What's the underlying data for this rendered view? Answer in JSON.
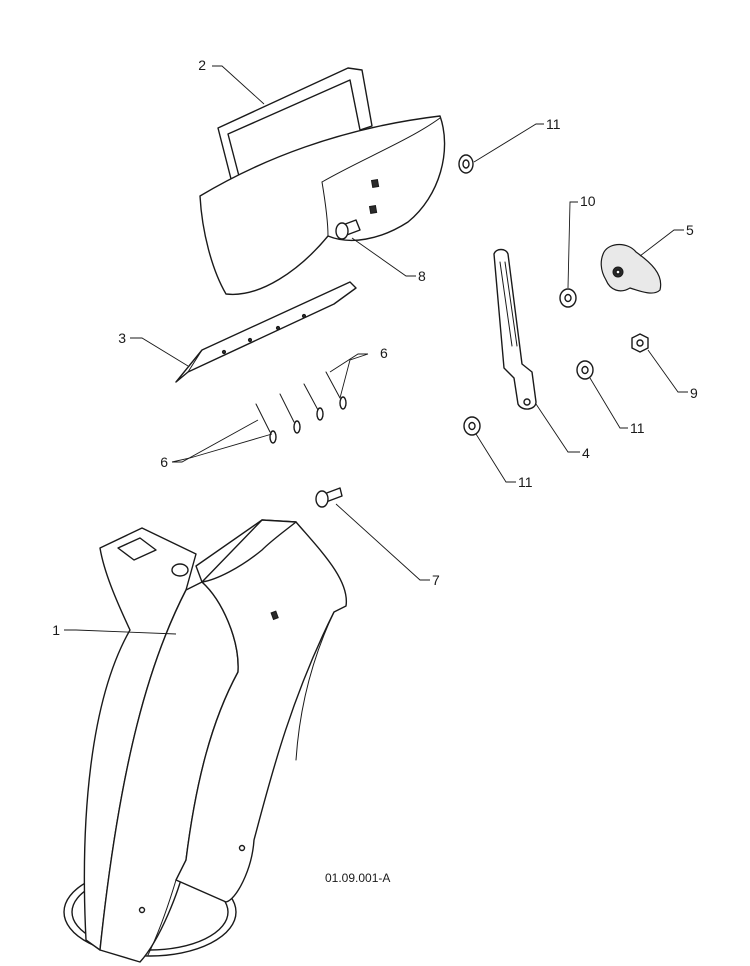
{
  "drawing_ref": "01.09.001-A",
  "callouts": {
    "c1": "1",
    "c2": "2",
    "c3": "3",
    "c4": "4",
    "c5": "5",
    "c6a": "6",
    "c6b": "6",
    "c7": "7",
    "c8": "8",
    "c9": "9",
    "c10": "10",
    "c11a": "11",
    "c11b": "11",
    "c11c": "11"
  }
}
